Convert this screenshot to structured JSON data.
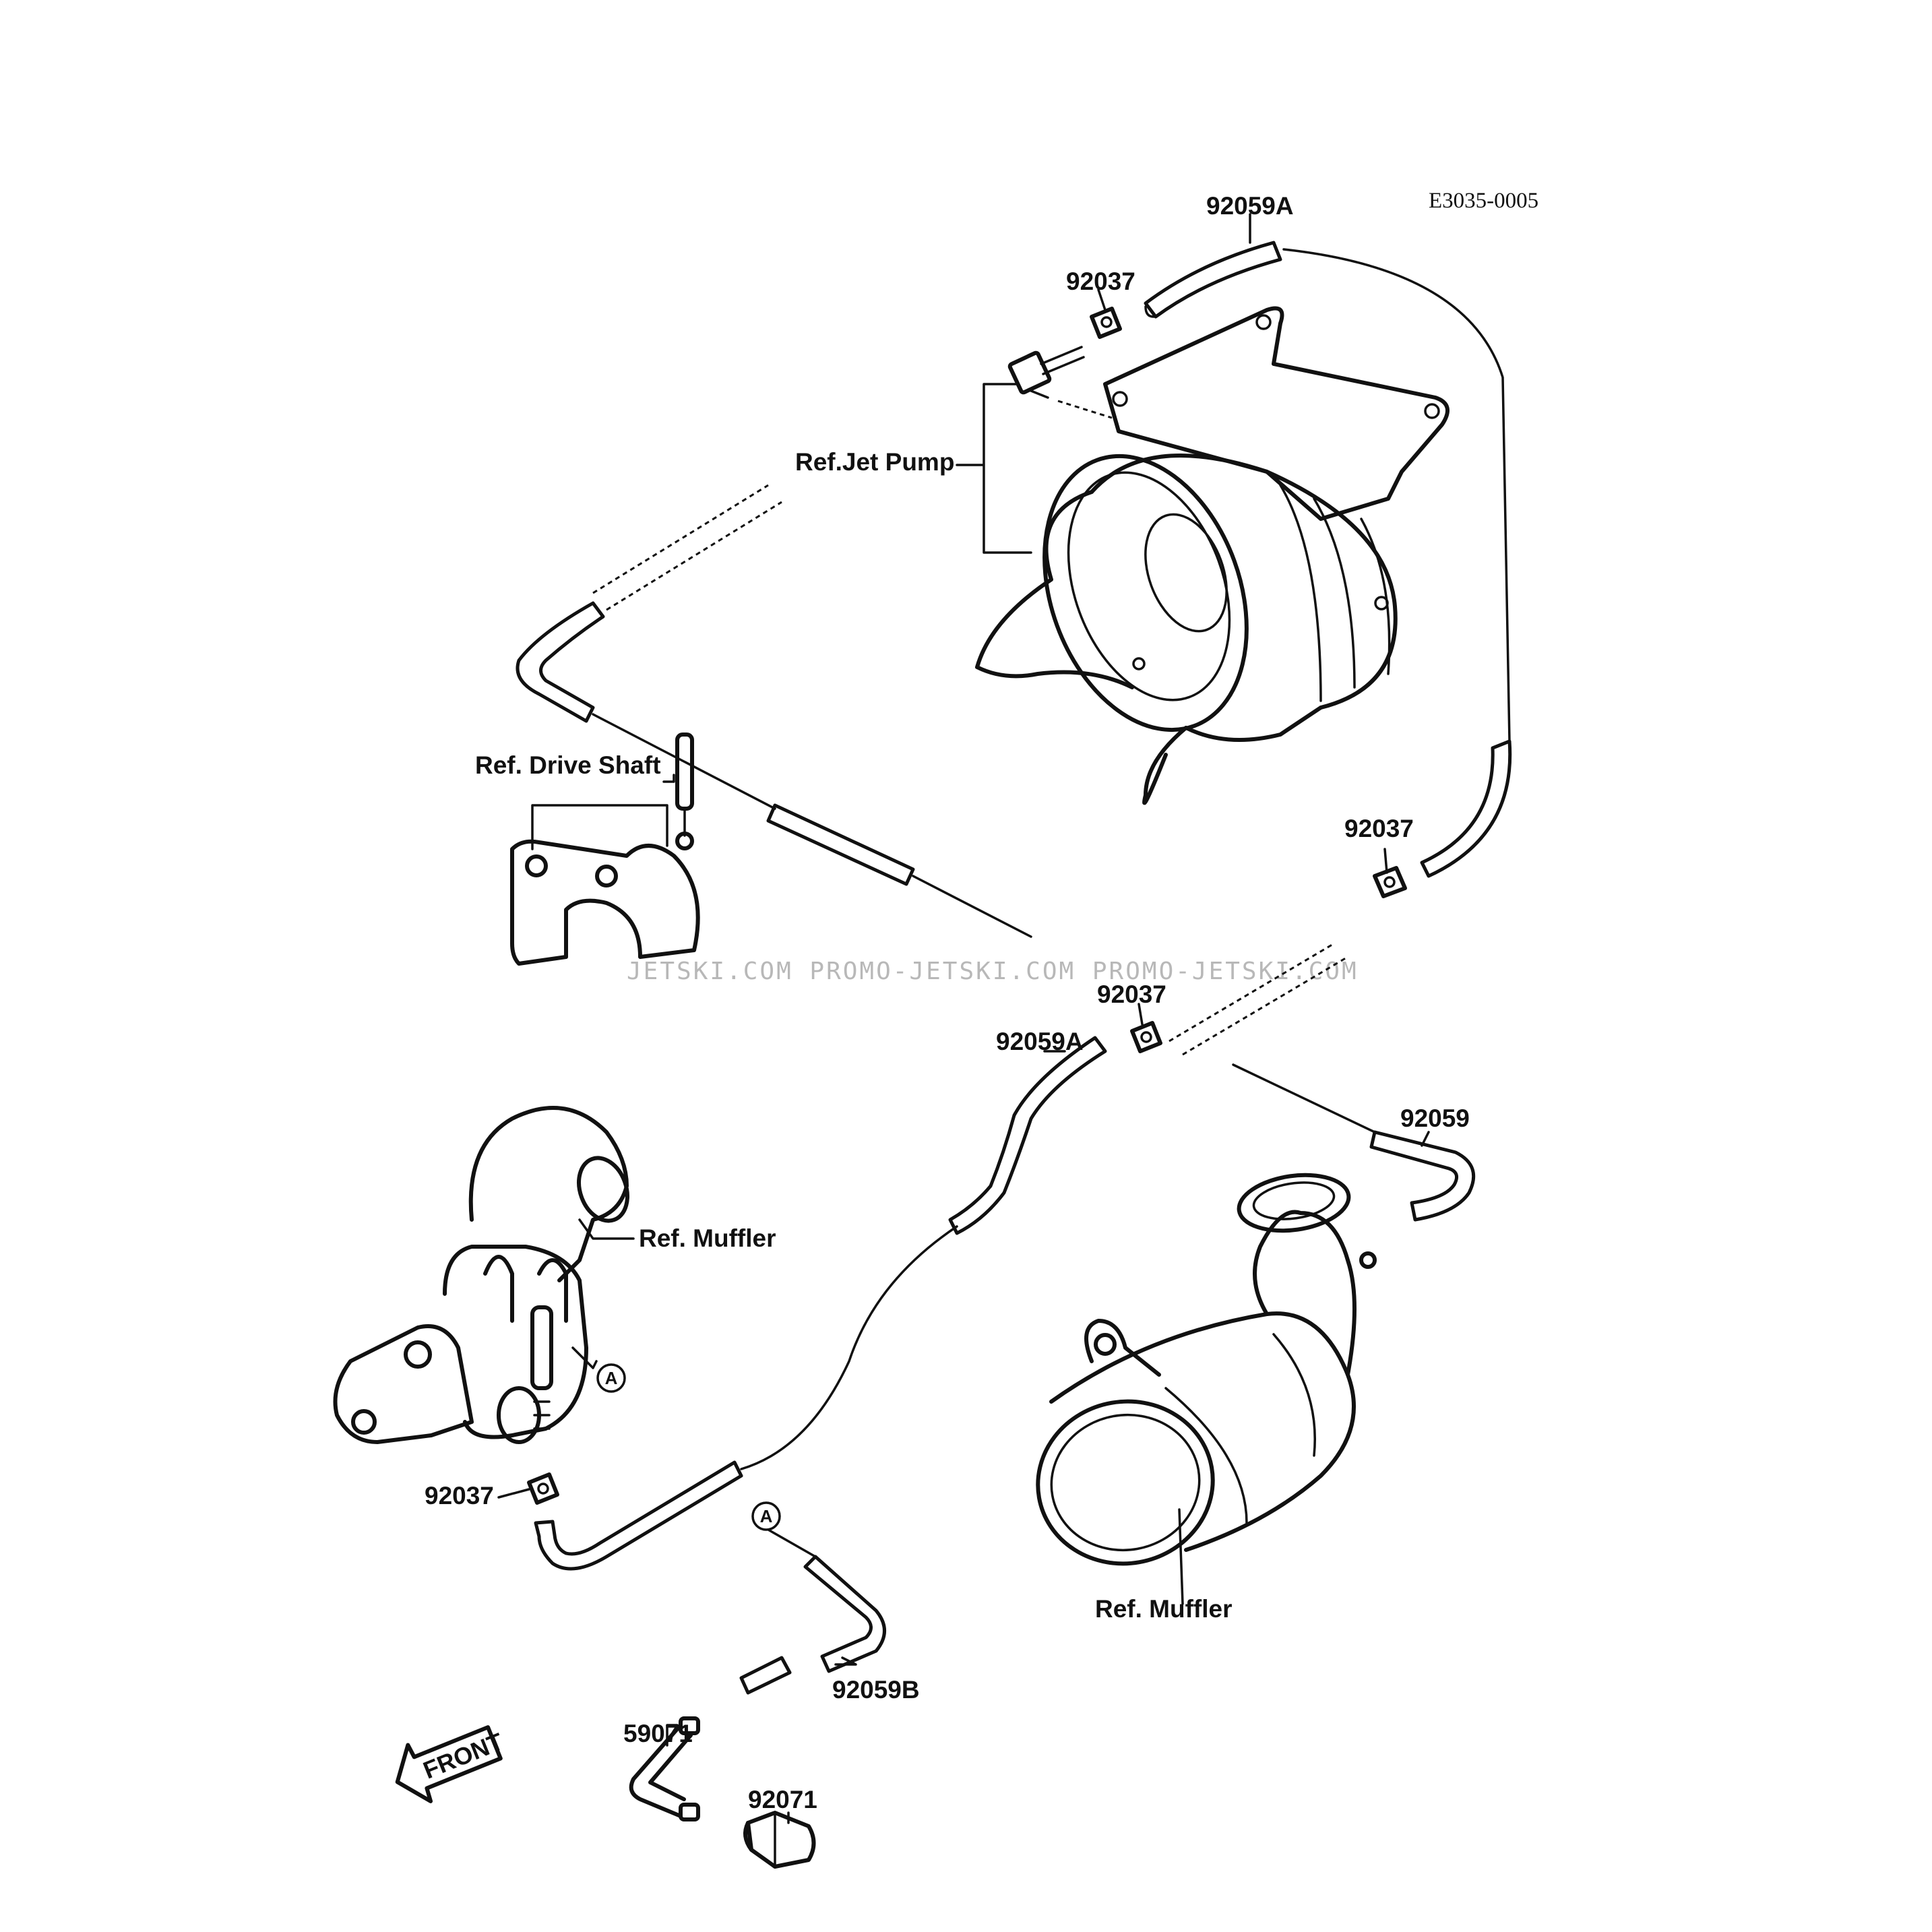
{
  "diagram_code": "E3035-0005",
  "watermark": "JETSKI.COM  PROMO-JETSKI.COM  PROMO-JETSKI.COM",
  "labels": {
    "hose_92059a_top": "92059A",
    "hose_92059a_mid": "92059A",
    "hose_92059": "92059",
    "hose_92059b": "92059B",
    "clamp_top": "92037",
    "clamp_right": "92037",
    "clamp_center": "92037",
    "clamp_left": "92037",
    "fitting_59071": "59071",
    "plug_92071": "92071",
    "ref_jet_pump": "Ref.Jet Pump",
    "ref_drive_shaft": "Ref. Drive Shaft",
    "ref_muffler_upper": "Ref. Muffler",
    "ref_muffler_lower": "Ref. Muffler",
    "marker_a_1": "A",
    "marker_a_2": "A",
    "front": "FRONT"
  }
}
